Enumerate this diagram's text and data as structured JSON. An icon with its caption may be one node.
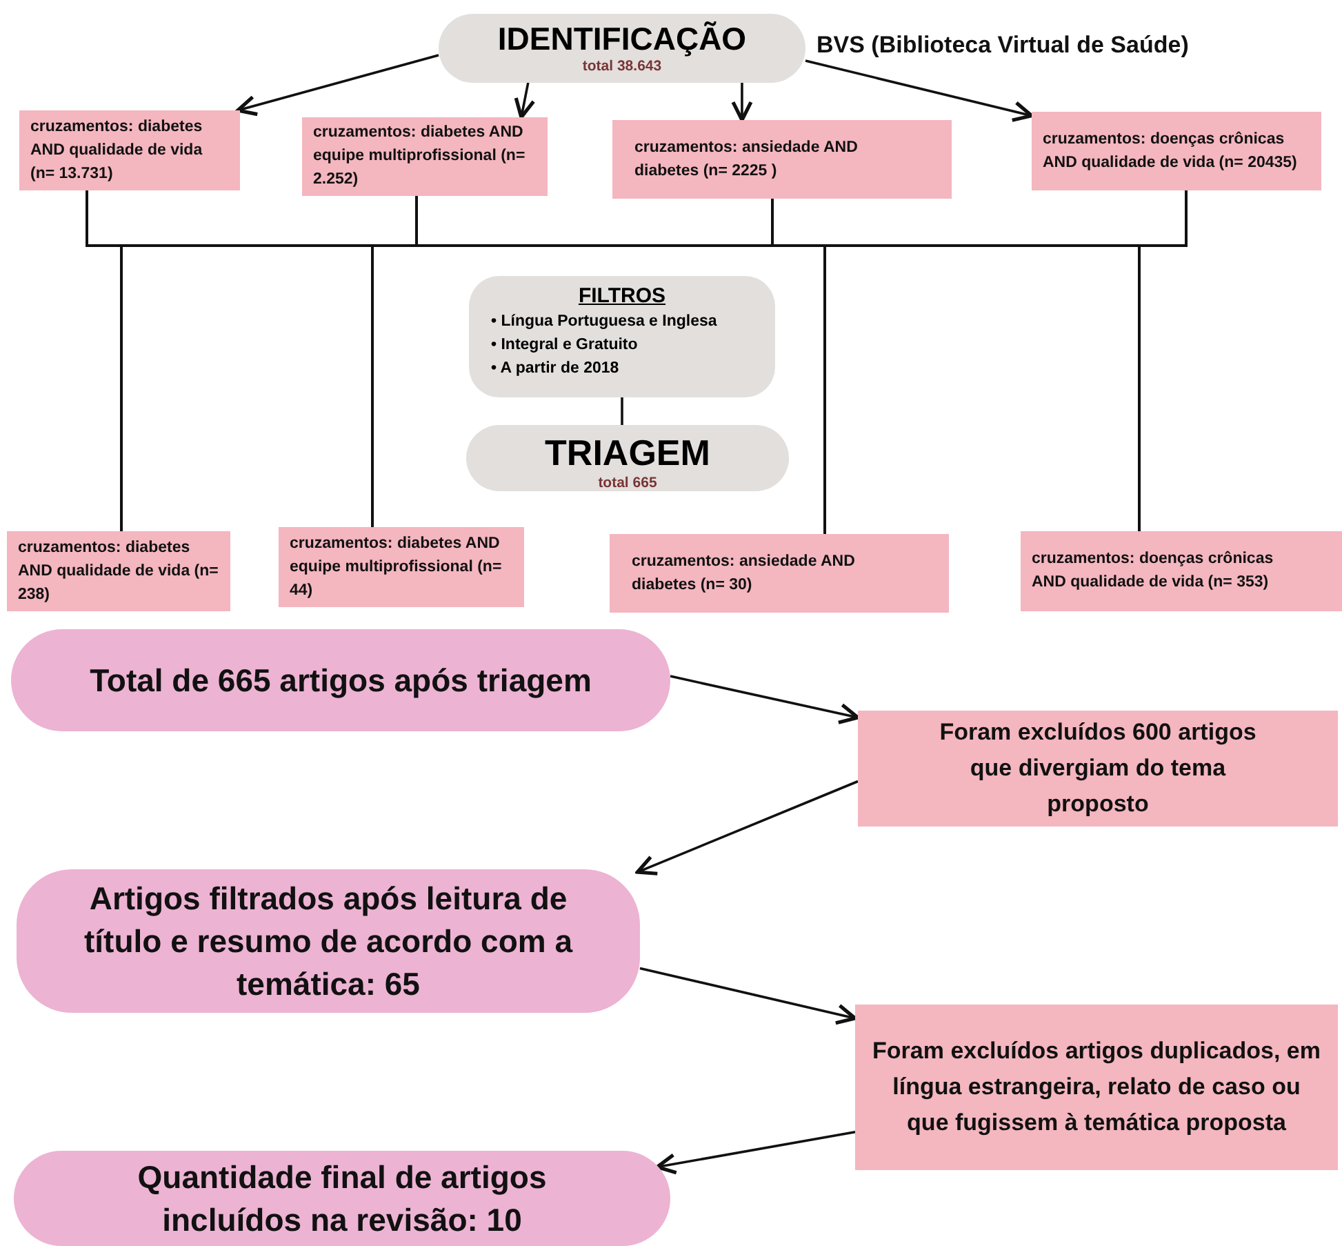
{
  "diagram": {
    "nodes": [
      {
        "text": [
          "IDENTIFICAÇÃO",
          "total 38.643"
        ],
        "beside": [
          "BVS (Biblioteca Virtual de Saúde)"
        ]
      },
      {
        "text": [
          "cruzamentos: diabetes AND qualidade de vida (n= 13.731)"
        ]
      },
      {
        "text": [
          "cruzamentos: diabetes AND equipe multiprofissional (n= 2.252)"
        ]
      },
      {
        "text": [
          "cruzamentos: ansiedade AND diabetes (n= 2225 )"
        ]
      },
      {
        "text": [
          "cruzamentos: doenças crônicas AND qualidade de vida (n= 20435)"
        ]
      },
      {
        "text": [
          "FILTROS",
          "• Língua Portuguesa e Inglesa",
          "• Integral e Gratuito",
          "• A partir de 2018"
        ]
      },
      {
        "text": [
          "TRIAGEM",
          "total 665"
        ]
      },
      {
        "text": [
          "cruzamentos: diabetes AND qualidade de vida (n= 238)"
        ]
      },
      {
        "text": [
          "cruzamentos: diabetes AND equipe multiprofissional (n= 44)"
        ]
      },
      {
        "text": [
          "cruzamentos: ansiedade AND diabetes (n= 30)"
        ]
      },
      {
        "text": [
          "cruzamentos: doenças crônicas AND qualidade de vida (n= 353)"
        ]
      },
      {
        "text": [
          "Total de 665 artigos após triagem"
        ]
      },
      {
        "text": [
          "Foram excluídos 600 artigos que divergiam do tema proposto"
        ]
      },
      {
        "text": [
          "Artigos filtrados após leitura de título e resumo de acordo com a temática: 65"
        ]
      },
      {
        "text": [
          "Foram excluídos artigos duplicados, em língua estrangeira, relato de caso ou que fugissem à temática proposta"
        ]
      },
      {
        "text": [
          "Quantidade final de artigos incluídos na revisão: 10"
        ]
      }
    ],
    "edges": [
      {
        "from": 0,
        "to": 1,
        "arrow": "to"
      },
      {
        "from": 0,
        "to": 2,
        "arrow": "to"
      },
      {
        "from": 0,
        "to": 3,
        "arrow": "to"
      },
      {
        "from": 0,
        "to": 4,
        "arrow": "to"
      },
      {
        "from": 1,
        "to": 7,
        "arrow": "none"
      },
      {
        "from": 1,
        "to": 8,
        "arrow": "none"
      },
      {
        "from": 1,
        "to": 9,
        "arrow": "none"
      },
      {
        "from": 1,
        "to": 10,
        "arrow": "none"
      },
      {
        "from": 2,
        "to": 7,
        "arrow": "none"
      },
      {
        "from": 2,
        "to": 8,
        "arrow": "none"
      },
      {
        "from": 2,
        "to": 9,
        "arrow": "none"
      },
      {
        "from": 2,
        "to": 10,
        "arrow": "none"
      },
      {
        "from": 3,
        "to": 7,
        "arrow": "none"
      },
      {
        "from": 3,
        "to": 8,
        "arrow": "none"
      },
      {
        "from": 3,
        "to": 9,
        "arrow": "none"
      },
      {
        "from": 3,
        "to": 10,
        "arrow": "none"
      },
      {
        "from": 4,
        "to": 7,
        "arrow": "none"
      },
      {
        "from": 4,
        "to": 8,
        "arrow": "none"
      },
      {
        "from": 4,
        "to": 9,
        "arrow": "none"
      },
      {
        "from": 4,
        "to": 10,
        "arrow": "none"
      },
      {
        "from": 5,
        "to": 6,
        "arrow": "none"
      },
      {
        "from": 11,
        "to": 12,
        "arrow": "to"
      },
      {
        "from": 12,
        "to": 13,
        "arrow": "to"
      },
      {
        "from": 13,
        "to": 14,
        "arrow": "to"
      },
      {
        "from": 14,
        "to": 15,
        "arrow": "to"
      }
    ]
  }
}
